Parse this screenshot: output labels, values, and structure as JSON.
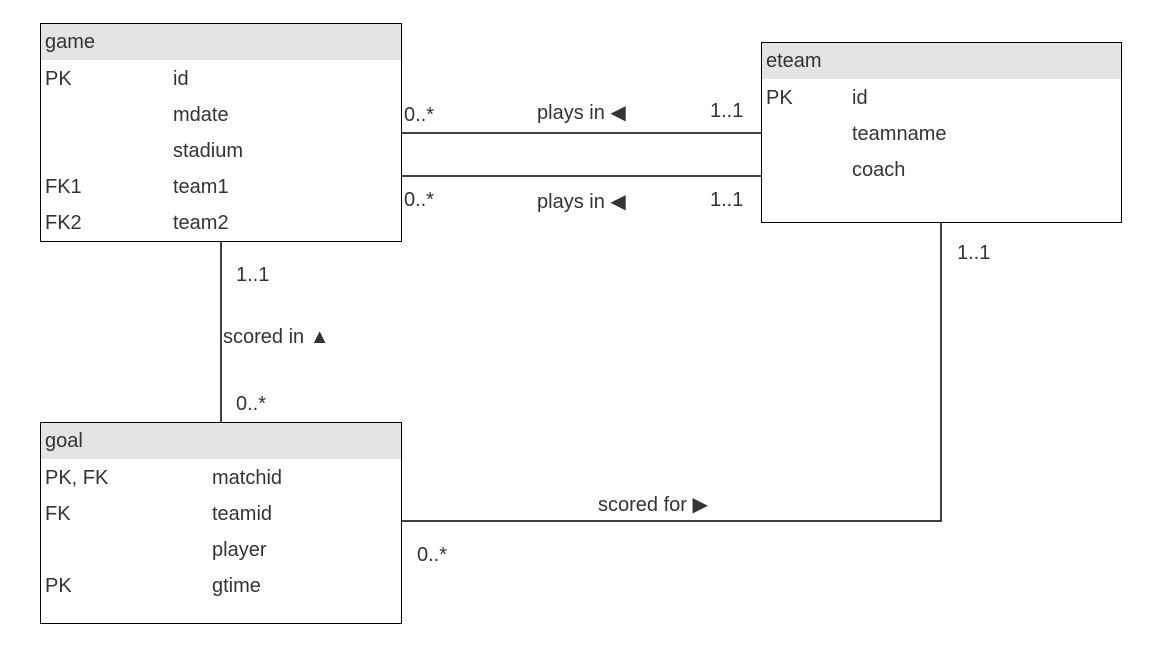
{
  "entities": {
    "game": {
      "name": "game",
      "attributes": [
        {
          "key": "PK",
          "name": "id"
        },
        {
          "key": "",
          "name": "mdate"
        },
        {
          "key": "",
          "name": "stadium"
        },
        {
          "key": "FK1",
          "name": "team1"
        },
        {
          "key": "FK2",
          "name": "team2"
        }
      ]
    },
    "eteam": {
      "name": "eteam",
      "attributes": [
        {
          "key": "PK",
          "name": "id"
        },
        {
          "key": "",
          "name": "teamname"
        },
        {
          "key": "",
          "name": "coach"
        }
      ]
    },
    "goal": {
      "name": "goal",
      "attributes": [
        {
          "key": "PK, FK",
          "name": "matchid"
        },
        {
          "key": "FK",
          "name": "teamid"
        },
        {
          "key": "",
          "name": "player"
        },
        {
          "key": "PK",
          "name": "gtime"
        }
      ]
    }
  },
  "relationships": {
    "plays_in_1": {
      "label": "plays in ◀",
      "from_card": "0..*",
      "to_card": "1..1"
    },
    "plays_in_2": {
      "label": "plays in ◀",
      "from_card": "0..*",
      "to_card": "1..1"
    },
    "scored_in": {
      "label": "scored in ▲",
      "from_card": "1..1",
      "to_card": "0..*"
    },
    "scored_for": {
      "label": "scored for ▶",
      "from_card": "0..*",
      "to_card": "1..1"
    }
  },
  "colors": {
    "header_bg": "#e4e4e4",
    "line": "#000000",
    "text": "#333333"
  }
}
